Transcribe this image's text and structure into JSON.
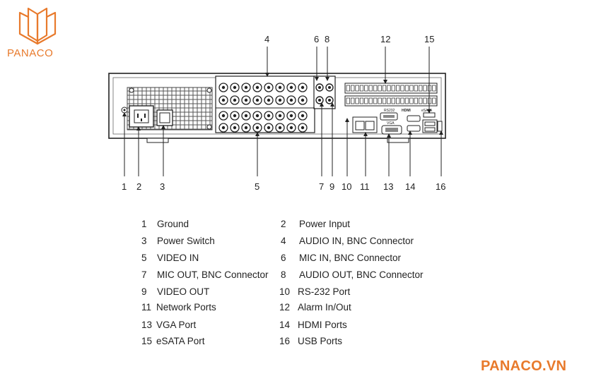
{
  "brand": {
    "logo_text": "PANACO",
    "watermark": "PANACO.VN",
    "color": "#e87a2c"
  },
  "panel_labels": {
    "rs232": "RS232",
    "vga": "VGA",
    "hdmi": "HDMI",
    "esata": "eSATA"
  },
  "callouts": {
    "top": [
      {
        "id": "4",
        "text": "4"
      },
      {
        "id": "6",
        "text": "6"
      },
      {
        "id": "8",
        "text": "8"
      },
      {
        "id": "12",
        "text": "12"
      },
      {
        "id": "15",
        "text": "15"
      }
    ],
    "bottom": [
      {
        "id": "1",
        "text": "1"
      },
      {
        "id": "2",
        "text": "2"
      },
      {
        "id": "3",
        "text": "3"
      },
      {
        "id": "5",
        "text": "5"
      },
      {
        "id": "7",
        "text": "7"
      },
      {
        "id": "9",
        "text": "9"
      },
      {
        "id": "10",
        "text": "10"
      },
      {
        "id": "11",
        "text": "11"
      },
      {
        "id": "13",
        "text": "13"
      },
      {
        "id": "14",
        "text": "14"
      },
      {
        "id": "16",
        "text": "16"
      }
    ]
  },
  "legend": [
    {
      "num": "1",
      "label": "Ground"
    },
    {
      "num": "2",
      "label": "Power Input"
    },
    {
      "num": "3",
      "label": "Power Switch"
    },
    {
      "num": "4",
      "label": "AUDIO IN, BNC Connector"
    },
    {
      "num": "5",
      "label": "VIDEO IN"
    },
    {
      "num": "6",
      "label": "MIC IN, BNC Connector"
    },
    {
      "num": "7",
      "label": "MIC OUT,  BNC Connector"
    },
    {
      "num": "8",
      "label": "AUDIO OUT, BNC Connector"
    },
    {
      "num": "9",
      "label": "VIDEO OUT"
    },
    {
      "num": "10",
      "label": "RS-232 Port"
    },
    {
      "num": "11",
      "label": "Network Ports"
    },
    {
      "num": "12",
      "label": "Alarm In/Out"
    },
    {
      "num": "13",
      "label": "VGA Port"
    },
    {
      "num": "14",
      "label": "HDMI Ports"
    },
    {
      "num": "15",
      "label": "eSATA Port"
    },
    {
      "num": "16",
      "label": "USB Ports"
    }
  ]
}
